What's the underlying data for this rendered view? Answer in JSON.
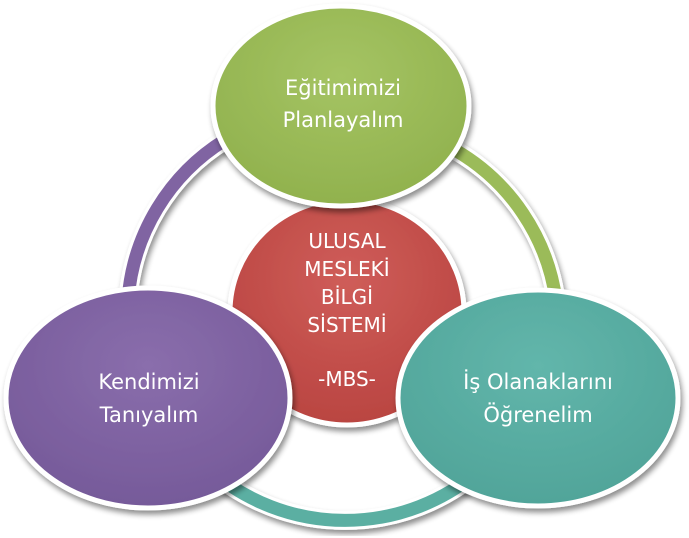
{
  "center": {
    "lines": [
      "ULUSAL",
      "MESLEKİ",
      "BİLGİ",
      "SİSTEMİ"
    ],
    "abbreviation": "-MBS-",
    "color": "#c0504d"
  },
  "nodes": [
    {
      "id": "top",
      "lines": [
        "Eğitimimizi",
        "Planlayalım"
      ],
      "color": "#9bbb59"
    },
    {
      "id": "left",
      "lines": [
        "Kendimizi",
        "Tanıyalım"
      ],
      "color": "#8064a2"
    },
    {
      "id": "right",
      "lines": [
        "İş Olanaklarını",
        "Öğrenelim"
      ],
      "color": "#4bacc6"
    }
  ],
  "connectors": {
    "top_right": "#9bbb59",
    "right_left": "#5bafa2",
    "left_top": "#8064a2"
  }
}
